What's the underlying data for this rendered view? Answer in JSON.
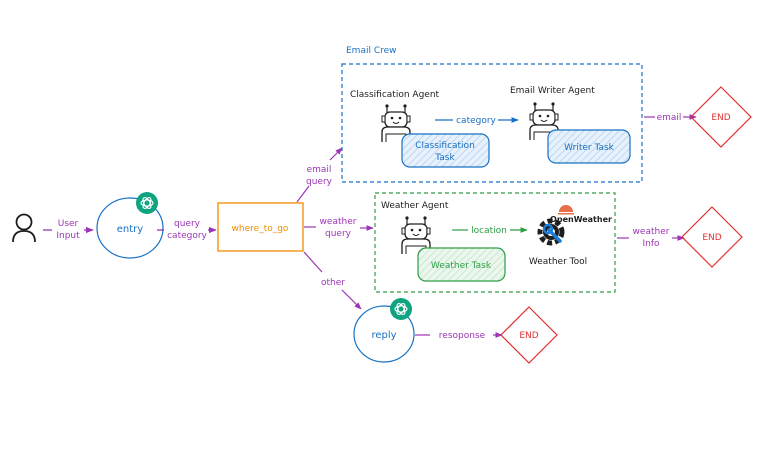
{
  "diagram": {
    "colors": {
      "edge": "#9c36b5",
      "llm_node": "#1971c2",
      "router": "#f08c00",
      "email_crew": "#1971c2",
      "weather_crew": "#2f9e44",
      "end": "#e03131",
      "openai_badge": "#10a37f",
      "openweather": "#eb6e4b"
    },
    "nodes": {
      "user": {
        "icon": "user-icon"
      },
      "entry": {
        "label": "entry",
        "badge_icon": "openai-icon"
      },
      "router": {
        "label": "where_to_go"
      },
      "reply": {
        "label": "reply",
        "badge_icon": "openai-icon"
      },
      "end_email": {
        "label": "END"
      },
      "end_weather": {
        "label": "END"
      },
      "end_reply": {
        "label": "END"
      }
    },
    "email_crew": {
      "title": "Email Crew",
      "classification_agent": {
        "label": "Classification Agent",
        "icon": "robot-icon"
      },
      "classification_task": {
        "line1": "Classification",
        "line2": "Task"
      },
      "writer_agent": {
        "label": "Email Writer Agent",
        "icon": "robot-icon"
      },
      "writer_task": {
        "label": "Writer Task"
      },
      "edge_label": "category"
    },
    "weather_crew": {
      "agent": {
        "label": "Weather Agent",
        "icon": "robot-icon"
      },
      "task": {
        "label": "Weather Task"
      },
      "tool": {
        "label": "Weather Tool",
        "icon": "gear-wrench-icon",
        "brand": "OpenWeather"
      },
      "edge_label": "location"
    },
    "edges": {
      "user_input": {
        "line1": "User",
        "line2": "Input"
      },
      "query_category": {
        "line1": "query",
        "line2": "category"
      },
      "email_query": {
        "line1": "email",
        "line2": "query"
      },
      "weather_query": {
        "line1": "weather",
        "line2": "query"
      },
      "other": {
        "label": "other"
      },
      "email": {
        "label": "email"
      },
      "weather_info": {
        "line1": "weather",
        "line2": "Info"
      },
      "response": {
        "label": "resoponse"
      }
    }
  }
}
